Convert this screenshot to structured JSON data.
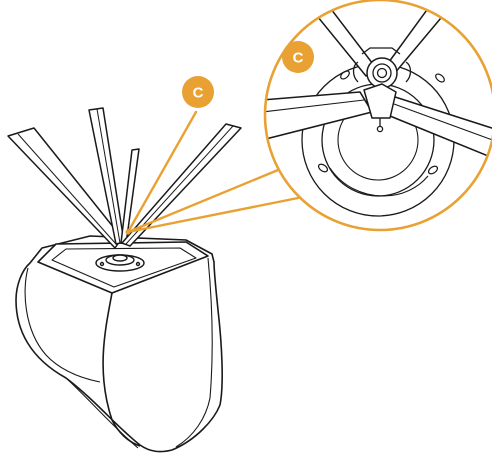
{
  "callouts": [
    {
      "id": "c-main",
      "label": "C"
    },
    {
      "id": "c-detail",
      "label": "C"
    }
  ],
  "colors": {
    "accent": "#E8A132",
    "callout_text": "#ffffff",
    "line": "#1a1a1a",
    "background": "#ffffff"
  },
  "icons": {
    "detail_view": "magnifier-circle",
    "callout": "orange-circle-badge"
  }
}
